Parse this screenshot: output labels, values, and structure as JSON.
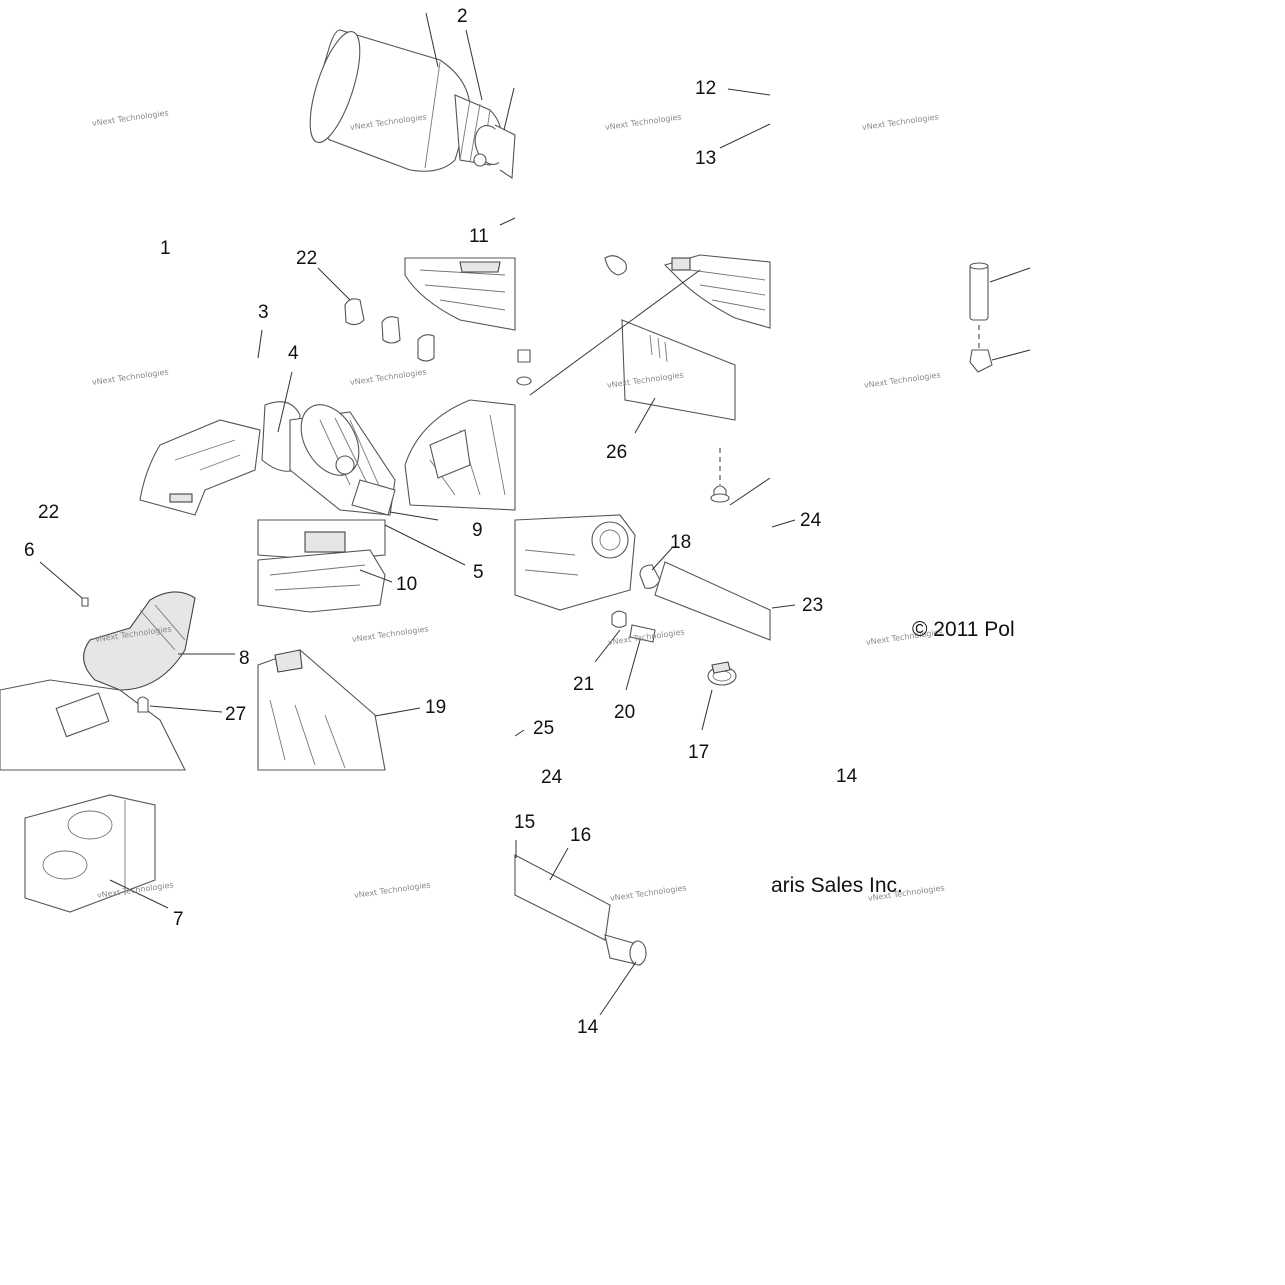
{
  "callouts": {
    "c1": "1",
    "c2": "2",
    "c3": "3",
    "c4": "4",
    "c5": "5",
    "c6": "6",
    "c7": "7",
    "c8": "8",
    "c9": "9",
    "c10": "10",
    "c11": "11",
    "c12": "12",
    "c13": "13",
    "c14a": "14",
    "c14b": "14",
    "c15": "15",
    "c16": "16",
    "c17": "17",
    "c18": "18",
    "c19": "19",
    "c20": "20",
    "c21": "21",
    "c22a": "22",
    "c22b": "22",
    "c23": "23",
    "c24a": "24",
    "c24b": "24",
    "c25": "25",
    "c26": "26",
    "c27": "27"
  },
  "watermark": "vNext Technologies",
  "copyright": {
    "part_a": "© 2011 Pol",
    "part_b": "aris Sales Inc."
  }
}
